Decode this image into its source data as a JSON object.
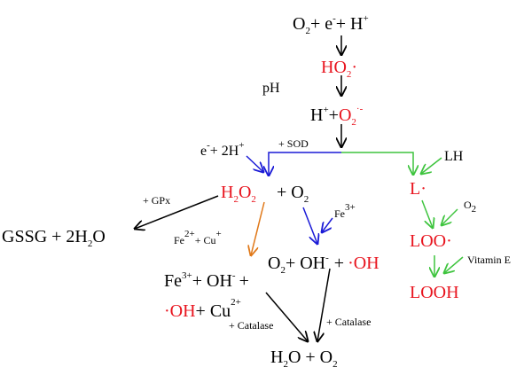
{
  "colors": {
    "red": "#e8141e",
    "black": "#000000",
    "blue": "#1a1ad6",
    "green": "#3ec43e",
    "orange": "#e07818"
  },
  "species": {
    "start": {
      "o2": "O",
      "o2_sub": "2",
      "plus1": "+ e",
      "e_sup": "-",
      "plus2": "+ H",
      "h_sup": "+"
    },
    "ho2": {
      "main": "HO",
      "sub": "2",
      "dot": "·"
    },
    "ph": "pH",
    "superoxide": {
      "h": "H",
      "h_sup": "+",
      "plus": "+",
      "o2": "O",
      "o2_sub": "2",
      "o2_sup": "·-"
    },
    "sod_reagent": {
      "e": "e",
      "e_sup": "-",
      "rest": "+ 2H",
      "h_sup": "+"
    },
    "sod_label": "+ SOD",
    "lh": "LH",
    "l_radical": "L·",
    "h2o2": {
      "h": "H",
      "sub1": "2",
      "o": "O",
      "sub2": "2"
    },
    "h2o2_plus_o2": {
      "plus": "+ O",
      "sub": "2"
    },
    "gpx_label": "+ GPx",
    "fe3_reagent": {
      "fe": "Fe",
      "sup": "3+"
    },
    "o2_small": {
      "o": "O",
      "sub": "2"
    },
    "gssg": {
      "text": "GSSG + 2H",
      "sub": "2",
      "end": "O"
    },
    "fe_cu_reagent": {
      "fe": "Fe",
      "fe_sup": "2+",
      "plus": "+ Cu",
      "cu_sup": "+"
    },
    "loo": "LOO·",
    "vitamin_e": "Vitamin E",
    "products_left": {
      "fe": "Fe",
      "fe_sup": "3+",
      "oh": "+ OH",
      "oh_sup": "-",
      "plus": "+"
    },
    "products_right": {
      "o2": "O",
      "o2_sub": "2",
      "oh": "+ OH",
      "oh_sup": "-",
      "plus": "+",
      "oh_rad": "·OH"
    },
    "looh": "LOOH",
    "oh_cu": {
      "oh": "·OH",
      "plus": "+ Cu",
      "cu_sup": "2+"
    },
    "catalase_left": "+ Catalase",
    "catalase_right": "+ Catalase",
    "final": {
      "h": "H",
      "sub1": "2",
      "o": "O + O",
      "sub2": "2"
    }
  }
}
